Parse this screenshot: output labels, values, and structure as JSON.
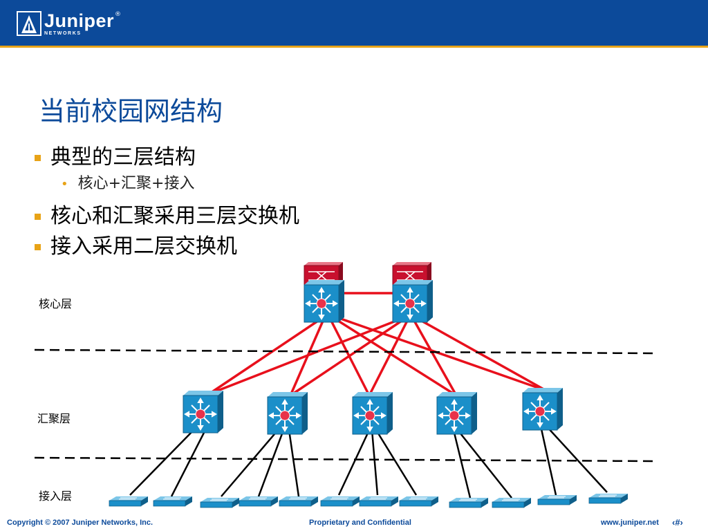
{
  "header": {
    "logo_text": "Juniper",
    "logo_subtext": "NETWORKS",
    "logo_reg": "®",
    "color": "#0c4a9a",
    "accent": "#e8a317"
  },
  "slide": {
    "title": "当前校园网结构",
    "bullets": [
      {
        "text": "典型的三层结构",
        "sub": [
          "核心+汇聚+接入"
        ]
      },
      {
        "text": "核心和汇聚采用三层交换机"
      },
      {
        "text": "接入采用二层交换机"
      }
    ]
  },
  "diagram": {
    "layers": {
      "core": "核心层",
      "distribution": "汇聚层",
      "access": "接入层"
    },
    "colors": {
      "switch": "#1b8fc9",
      "module": "#c8102e",
      "uplink": "#e8101c",
      "access_link": "#000000"
    },
    "counts": {
      "core": 2,
      "distribution": 5,
      "access": 12
    }
  },
  "footer": {
    "copyright": "Copyright © 2007 Juniper Networks, Inc.",
    "center": "Proprietary and Confidential",
    "url": "www.juniper.net",
    "page": "‹#›"
  }
}
